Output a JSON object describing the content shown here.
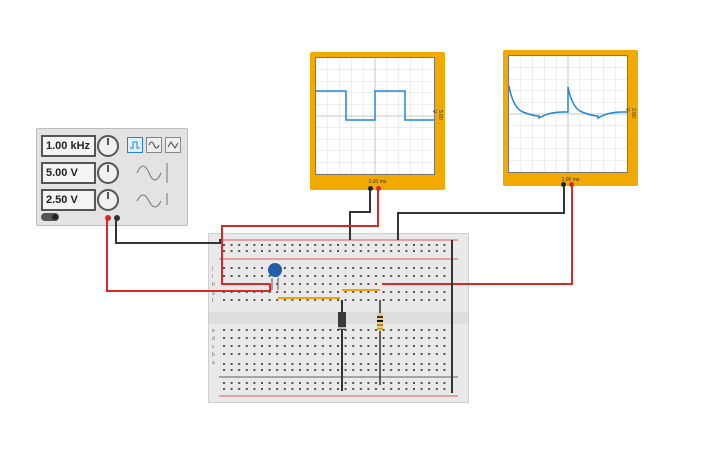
{
  "function_generator": {
    "frequency": "1.00 kHz",
    "amplitude": "5.00 V",
    "offset": "2.50 V",
    "waveforms": [
      "square-wave-icon",
      "sine-wave-icon",
      "triangle-wave-icon"
    ],
    "selected_waveform": "square-wave-icon"
  },
  "oscilloscopes": [
    {
      "time_div": "2.00 ms",
      "volt_div": "5.00 V",
      "trace_color": "#1f86d6"
    },
    {
      "time_div": "2.00 ms",
      "volt_div": "2.00 V",
      "trace_color": "#1f86d6"
    }
  ],
  "breadboard": {
    "row_labels_top": [
      "j",
      "i",
      "h",
      "g",
      "f"
    ],
    "row_labels_bottom": [
      "e",
      "d",
      "c",
      "b",
      "a"
    ]
  },
  "colors": {
    "scope_body": "#f2a900",
    "wire_red": "#d42a2a",
    "wire_black": "#333333",
    "wire_orange": "#f2a200",
    "capacitor": "#1f5fa8"
  }
}
